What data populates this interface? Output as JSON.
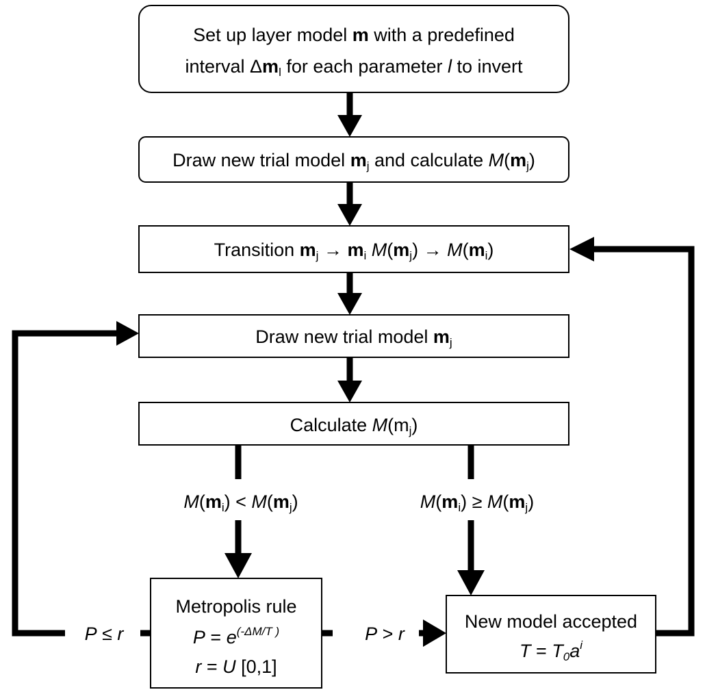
{
  "boxes": {
    "setup": {
      "line1": [
        "Set up layer model ",
        "m",
        " with a predefined"
      ],
      "line2": [
        "interval  Δ",
        "m",
        "l",
        " for each parameter ",
        "l",
        "  to invert"
      ]
    },
    "draw_initial": [
      "Draw new trial model ",
      "m",
      "j",
      " and calculate ",
      "M",
      "(",
      "m",
      "j",
      ")"
    ],
    "transition": [
      "Transition ",
      "m",
      "j",
      " → ",
      "m",
      "i",
      "  ",
      "M",
      "(",
      "m",
      "j",
      ") → ",
      "M",
      "(",
      "m",
      "i",
      ")"
    ],
    "draw_trial": [
      "Draw new trial model ",
      "m",
      "j"
    ],
    "calculate": [
      "Calculate ",
      "M",
      "(m",
      "j",
      ")"
    ],
    "metropolis": {
      "title": "Metropolis rule",
      "eq1": [
        "P",
        " = ",
        "e",
        "(-ΔM/T )"
      ],
      "eq2": [
        "r",
        " = ",
        "U",
        " [0,1]"
      ]
    },
    "accepted": {
      "title": "New model accepted",
      "eq": [
        "T",
        " = ",
        "T",
        "0",
        "a",
        "i"
      ]
    }
  },
  "conditions": {
    "less": [
      "M",
      "(",
      "m",
      "i",
      ")  <  ",
      "M",
      "(",
      "m",
      "j",
      ")"
    ],
    "geq": [
      "M",
      "(",
      "m",
      "i",
      ")  ≥  ",
      "M",
      "(",
      "m",
      "j",
      ")"
    ],
    "reject": [
      "P",
      "  ≤  ",
      "r"
    ],
    "accept": [
      "P",
      " > ",
      "r"
    ]
  }
}
